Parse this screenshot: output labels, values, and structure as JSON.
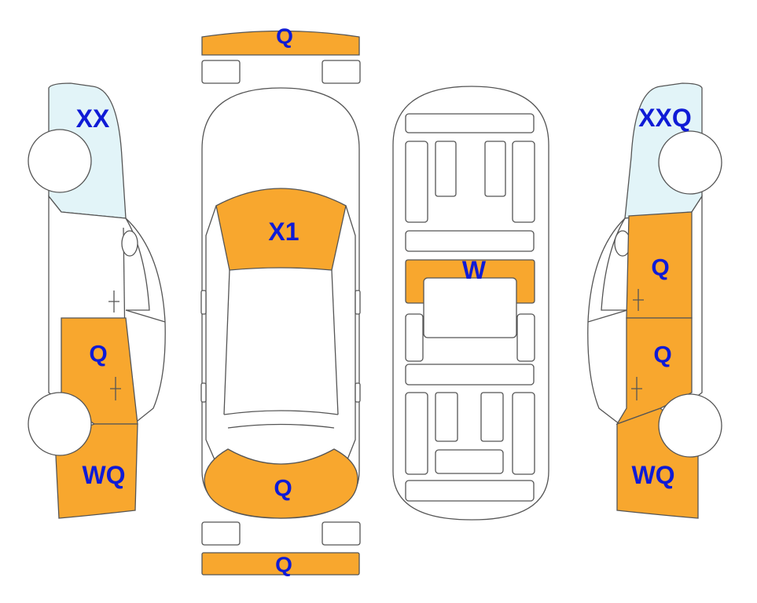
{
  "colors": {
    "damage": "#f8a72e",
    "glass_damage": "#e2f4f8",
    "outline": "#555555",
    "label": "#0f1bd6"
  },
  "panels": {
    "front_bumper": "Q",
    "hood": "X1",
    "trunk_lid": "Q",
    "rear_bumper": "Q",
    "floor_center": "W",
    "left_windshield": "XX",
    "left_rear_door": "Q",
    "left_quarter": "WQ",
    "right_windshield": "XXQ",
    "right_front_door": "Q",
    "right_rear_door": "Q",
    "right_quarter": "WQ"
  }
}
